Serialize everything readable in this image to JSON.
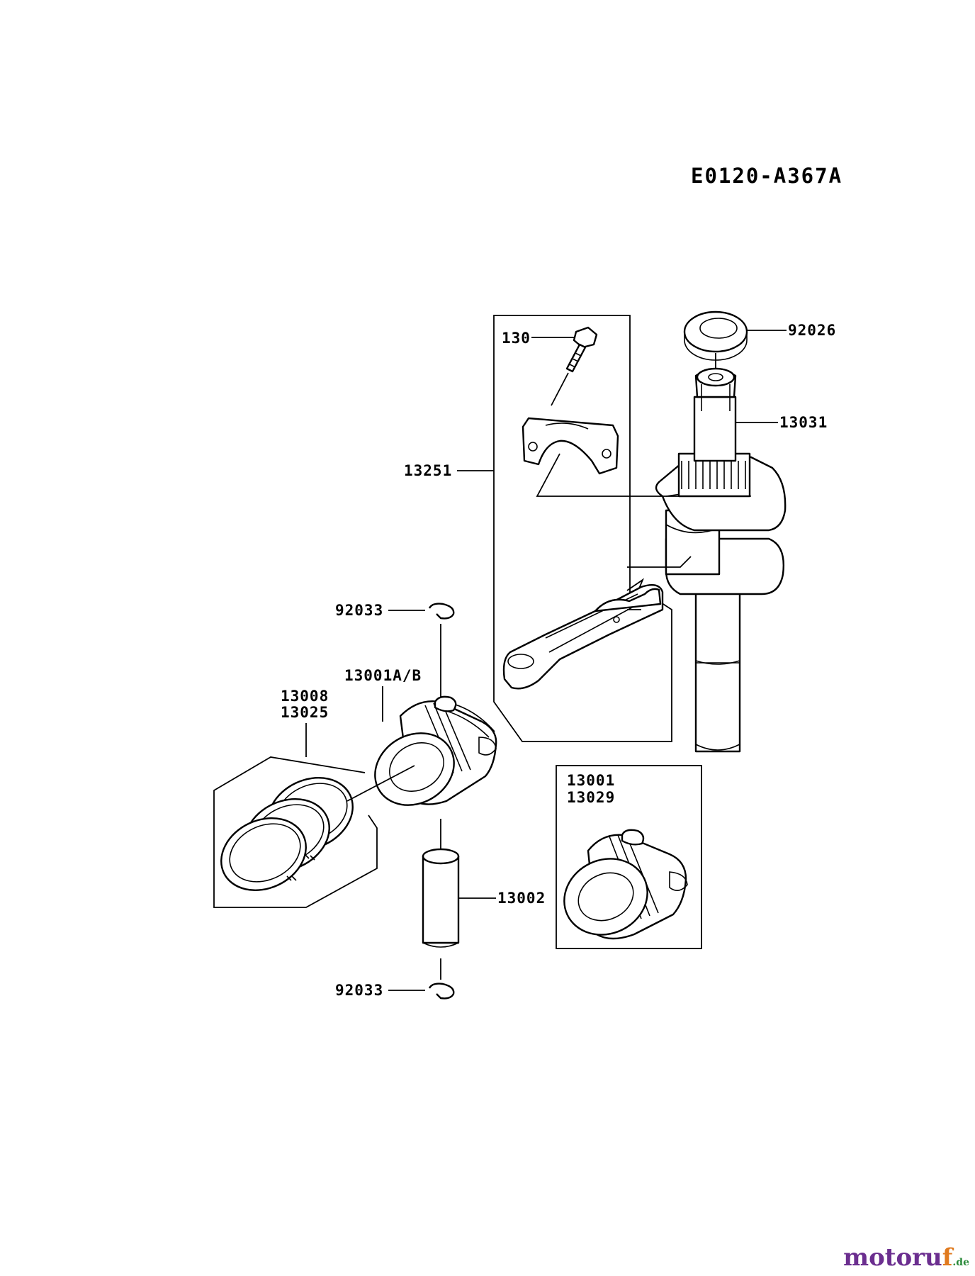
{
  "diagram": {
    "code": "E0120-A367A",
    "callouts": {
      "washer": "92026",
      "bolt": "130",
      "crankshaft": "13031",
      "conrod_assy": "13251",
      "circlip_top": "92033",
      "piston_main": "13001A/B",
      "rings_line1": "13008",
      "rings_line2": "13025",
      "piston_alt_line1": "13001",
      "piston_alt_line2": "13029",
      "piston_pin": "13002",
      "circlip_bottom": "92033"
    }
  },
  "watermark": {
    "brand_main": "motoru",
    "brand_f": "f",
    "brand_tld": ".de"
  }
}
